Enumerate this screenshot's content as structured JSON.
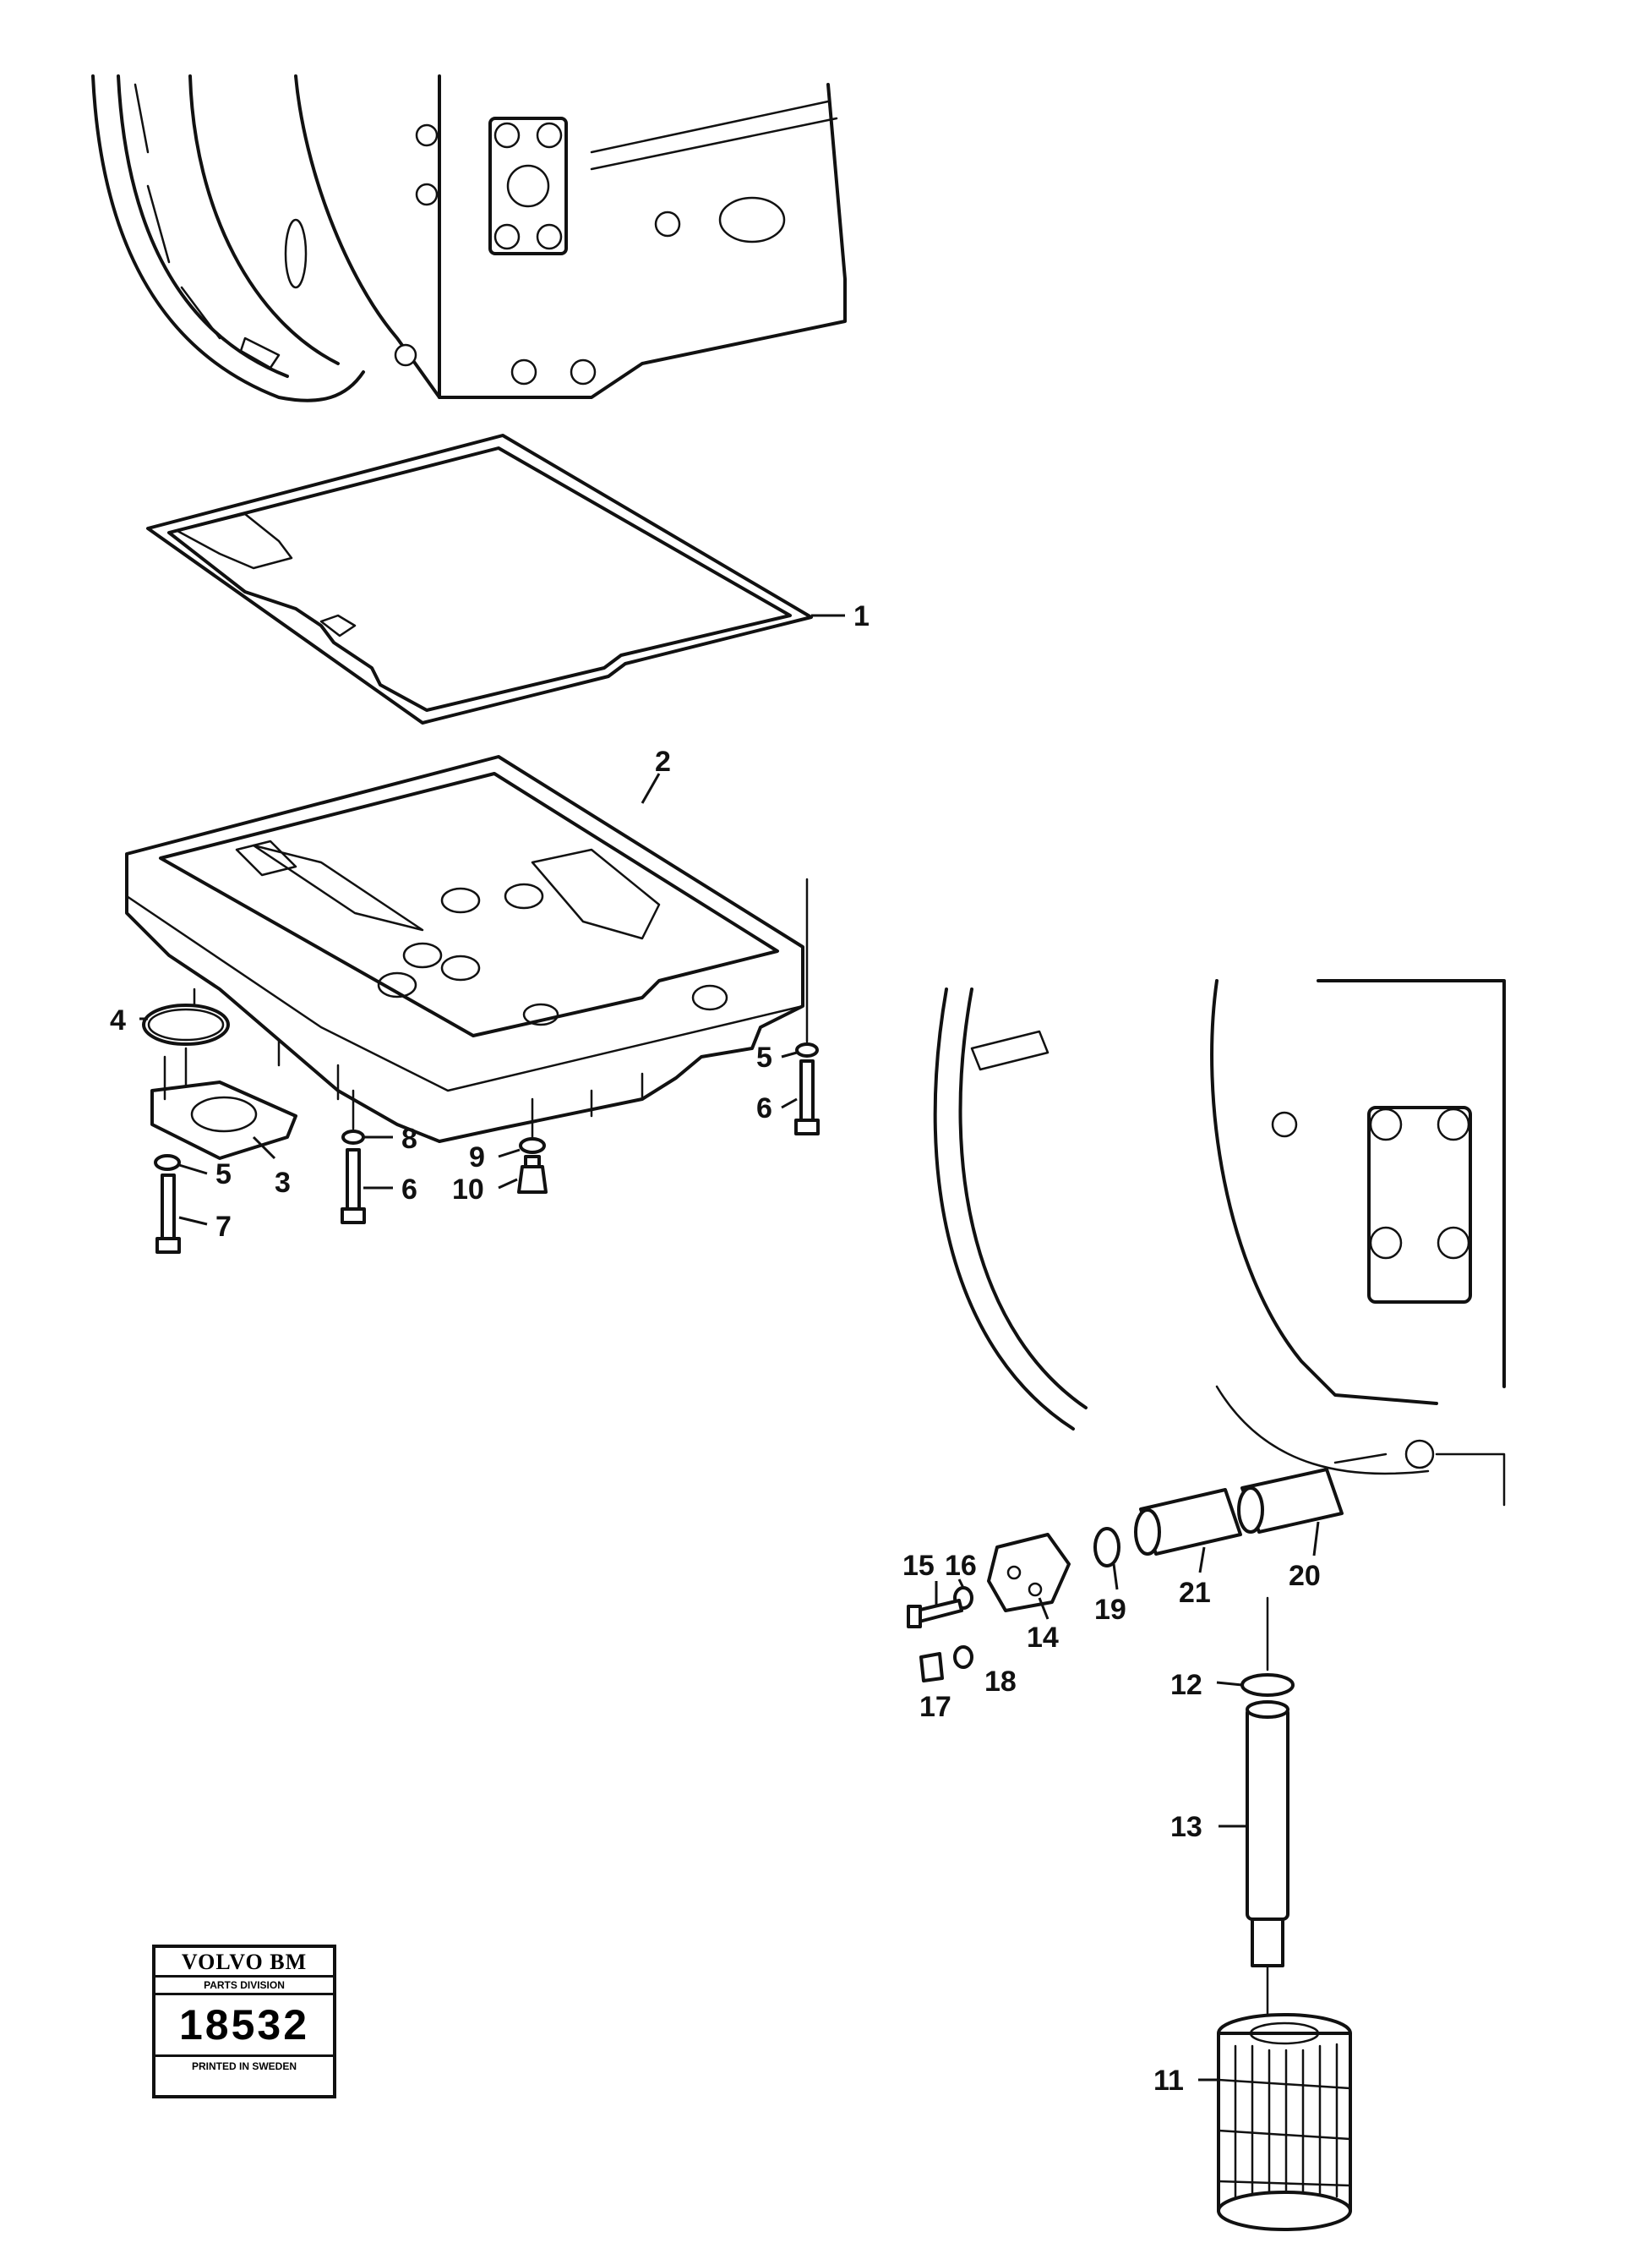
{
  "callouts": [
    {
      "id": "1",
      "label": "1"
    },
    {
      "id": "2",
      "label": "2"
    },
    {
      "id": "3",
      "label": "3"
    },
    {
      "id": "4",
      "label": "4"
    },
    {
      "id": "5a",
      "label": "5"
    },
    {
      "id": "5b",
      "label": "5"
    },
    {
      "id": "6a",
      "label": "6"
    },
    {
      "id": "6b",
      "label": "6"
    },
    {
      "id": "7",
      "label": "7"
    },
    {
      "id": "8",
      "label": "8"
    },
    {
      "id": "9",
      "label": "9"
    },
    {
      "id": "10",
      "label": "10"
    },
    {
      "id": "11",
      "label": "11"
    },
    {
      "id": "12",
      "label": "12"
    },
    {
      "id": "13",
      "label": "13"
    },
    {
      "id": "14",
      "label": "14"
    },
    {
      "id": "15",
      "label": "15"
    },
    {
      "id": "16",
      "label": "16"
    },
    {
      "id": "17",
      "label": "17"
    },
    {
      "id": "18",
      "label": "18"
    },
    {
      "id": "19",
      "label": "19"
    },
    {
      "id": "20",
      "label": "20"
    },
    {
      "id": "21",
      "label": "21"
    }
  ],
  "stamp": {
    "brand": "VOLVO BM",
    "division": "PARTS DIVISION",
    "number": "18532",
    "printed": "PRINTED IN SWEDEN"
  }
}
